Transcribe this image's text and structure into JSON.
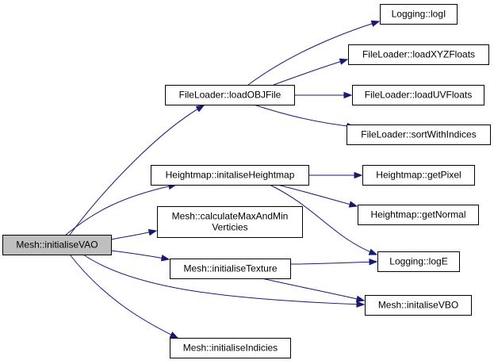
{
  "nodes": {
    "mesh_initialise_vao": {
      "lines": [
        "Mesh::initialiseVAO"
      ]
    },
    "fileloader_load_obj_file": {
      "lines": [
        "FileLoader::loadOBJFile"
      ]
    },
    "heightmap_initalise_heightmap": {
      "lines": [
        "Heightmap::initaliseHeightmap"
      ]
    },
    "mesh_calculate_max_and_min_verticies": {
      "lines": [
        "Mesh::calculateMaxAndMin",
        "Verticies"
      ]
    },
    "mesh_initialise_texture": {
      "lines": [
        "Mesh::initialiseTexture"
      ]
    },
    "mesh_initalise_vbo": {
      "lines": [
        "Mesh::initaliseVBO"
      ]
    },
    "mesh_initialise_indicies": {
      "lines": [
        "Mesh::initialiseIndicies"
      ]
    },
    "logging_logi": {
      "lines": [
        "Logging::logI"
      ]
    },
    "fileloader_load_xyz_floats": {
      "lines": [
        "FileLoader::loadXYZFloats"
      ]
    },
    "fileloader_load_uv_floats": {
      "lines": [
        "FileLoader::loadUVFloats"
      ]
    },
    "fileloader_sort_with_indices": {
      "lines": [
        "FileLoader::sortWithIndices"
      ]
    },
    "heightmap_get_pixel": {
      "lines": [
        "Heightmap::getPixel"
      ]
    },
    "heightmap_get_normal": {
      "lines": [
        "Heightmap::getNormal"
      ]
    },
    "logging_loge": {
      "lines": [
        "Logging::logE"
      ]
    }
  },
  "edges": [
    {
      "from": "mesh_initialise_vao",
      "to": "fileloader_load_obj_file"
    },
    {
      "from": "mesh_initialise_vao",
      "to": "heightmap_initalise_heightmap"
    },
    {
      "from": "mesh_initialise_vao",
      "to": "mesh_calculate_max_and_min_verticies"
    },
    {
      "from": "mesh_initialise_vao",
      "to": "mesh_initialise_texture"
    },
    {
      "from": "mesh_initialise_vao",
      "to": "mesh_initalise_vbo"
    },
    {
      "from": "mesh_initialise_vao",
      "to": "mesh_initialise_indicies"
    },
    {
      "from": "fileloader_load_obj_file",
      "to": "logging_logi"
    },
    {
      "from": "fileloader_load_obj_file",
      "to": "fileloader_load_xyz_floats"
    },
    {
      "from": "fileloader_load_obj_file",
      "to": "fileloader_load_uv_floats"
    },
    {
      "from": "fileloader_load_obj_file",
      "to": "fileloader_sort_with_indices"
    },
    {
      "from": "heightmap_initalise_heightmap",
      "to": "heightmap_get_pixel"
    },
    {
      "from": "heightmap_initalise_heightmap",
      "to": "heightmap_get_normal"
    },
    {
      "from": "heightmap_initalise_heightmap",
      "to": "logging_loge"
    },
    {
      "from": "mesh_initialise_texture",
      "to": "logging_loge"
    },
    {
      "from": "mesh_initialise_texture",
      "to": "mesh_initalise_vbo"
    }
  ],
  "colors": {
    "edge": "#191970",
    "root_fill": "#bfbfbf",
    "node_fill": "#ffffff",
    "node_border": "#000000"
  }
}
